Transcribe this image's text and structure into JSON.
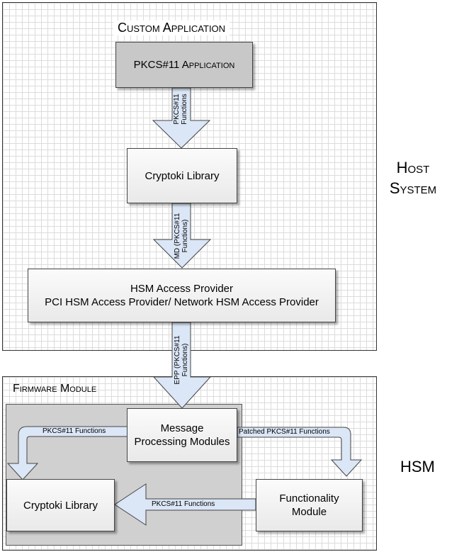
{
  "host_region": {
    "header": "Custom Application",
    "side_label_line1": "Host",
    "side_label_line2": "System"
  },
  "boxes": {
    "pkcs_app": "PKCS#11 Application",
    "cryptoki_host": "Cryptoki Library",
    "access_provider_line1": "HSM Access Provider",
    "access_provider_line2": "PCI HSM Access Provider/ Network HSM Access Provider",
    "mpm_line1": "Message",
    "mpm_line2": "Processing Modules",
    "cryptoki_hsm": "Cryptoki Library",
    "func_line1": "Functionality",
    "func_line2": "Module"
  },
  "arrows": {
    "a1_line1": "PKCS#11",
    "a1_line2": "Functions",
    "a2_line1": "MD (PKCS#11",
    "a2_line2": "Functions)",
    "a3_line1": "EPP (PKCS#11",
    "a3_line2": "Functions)",
    "left_curve": "PKCS#11 Functions",
    "right_curve": "Patched PKCS#11 Functions",
    "bottom": "PKCS#11 Functions"
  },
  "hsm_region": {
    "header": "Firmware Module",
    "side_label": "HSM"
  },
  "colors": {
    "arrow_fill": "#dbe6f6",
    "dark_box": "#c8c8c8",
    "inner_panel": "#d0d0d0"
  }
}
